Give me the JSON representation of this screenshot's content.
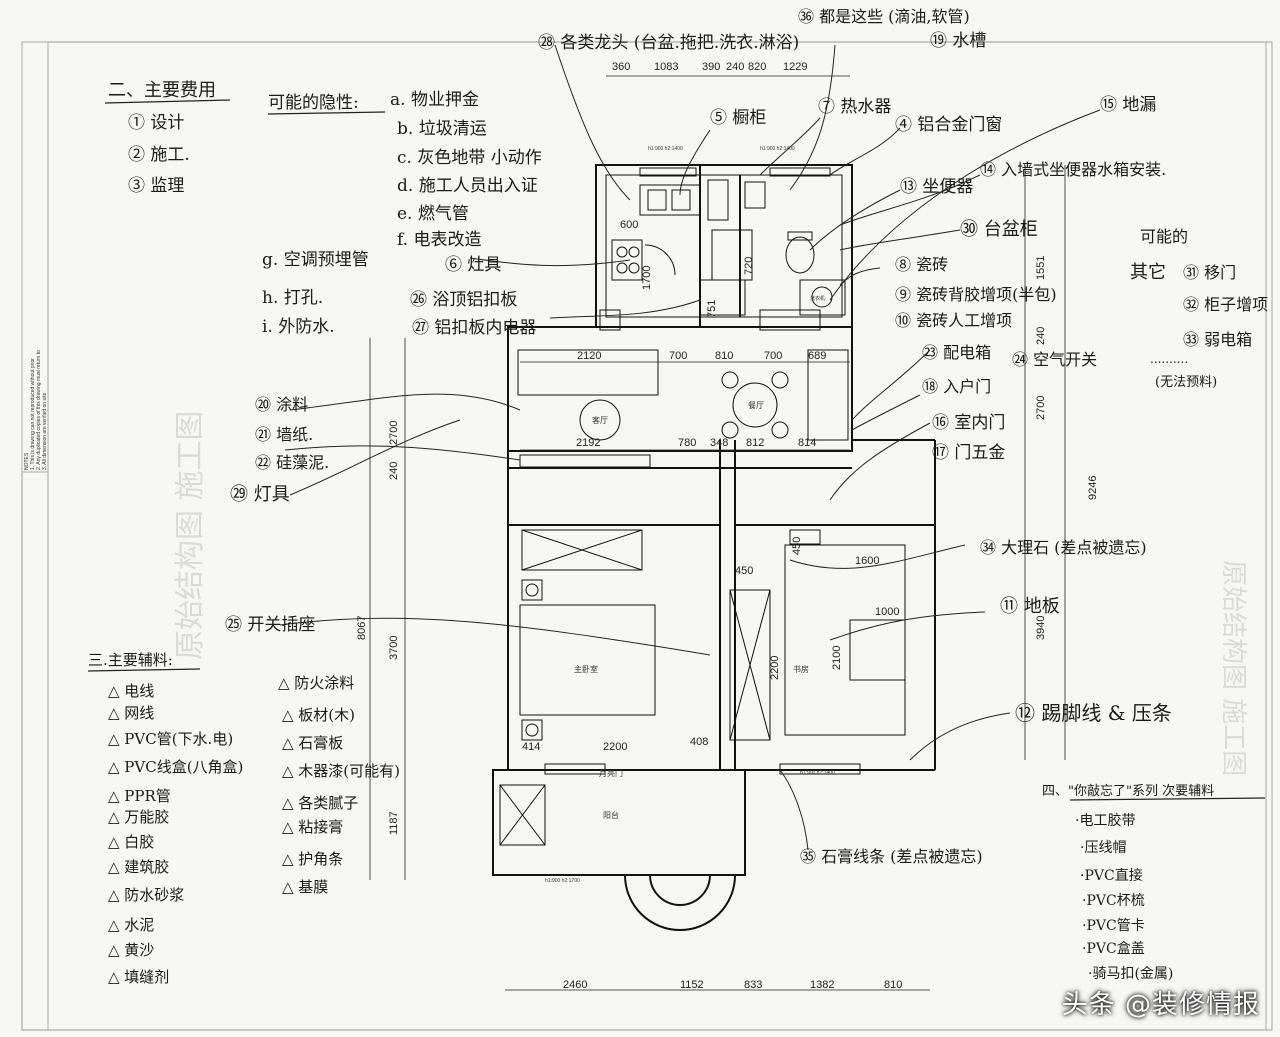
{
  "dims": {
    "top": [
      "360",
      "1083",
      "390",
      "240",
      "820",
      "1229"
    ],
    "kitchen_600": "600",
    "kitchen_1700": "1700",
    "bath_720": "720",
    "bath_751": "751",
    "row1": [
      "2120",
      "700",
      "810",
      "700",
      "689"
    ],
    "row2": [
      "2192",
      "780",
      "348",
      "812",
      "814"
    ],
    "left_2700": "2700",
    "left_240": "240",
    "left_3700": "3700",
    "left_1187": "1187",
    "left_8067": "8067",
    "right_1551": "1551",
    "right_240": "240",
    "right_2700": "2700",
    "right_9246": "9246",
    "right_3940": "3940",
    "study_450a": "450",
    "study_450b": "450",
    "study_1600": "1600",
    "study_1000": "1000",
    "study_2200": "2200",
    "study_2100": "2100",
    "bed_2200": "2200",
    "bed_408": "408",
    "bed_414": "414",
    "bottom": [
      "2460",
      "1152",
      "833",
      "1382",
      "810"
    ]
  },
  "rooms": {
    "living": "客厅",
    "dining": "餐厅",
    "master": "主卧室",
    "study": "书房",
    "balcony": "阳台",
    "moon_door": "月亮门",
    "washer": "洗衣机"
  },
  "heights": {
    "kitchen": "h1:900  h2:1400",
    "bath": "h1:900  h2:1400",
    "study": "h1:900  h2:1400",
    "balcony": "h1:900  h2:1700"
  },
  "notes_sidebar": {
    "title": "NOTES",
    "lines": [
      "1. This is drawing can not reproduced without prior",
      "2. Any duplicated copies of this drawing must return to",
      "3. All dimension are verified on site."
    ]
  },
  "main_costs": {
    "title": "二、主要费用",
    "items": [
      "① 设计",
      "② 施工.",
      "③ 监理"
    ]
  },
  "hidden": {
    "title": "可能的隐性:",
    "items": [
      "a. 物业押金",
      "b. 垃圾清运",
      "c. 灰色地带 小动作",
      "d. 施工人员出入证",
      "e. 燃气管",
      "f. 电表改造",
      "g. 空调预埋管",
      "h. 打孔.",
      "i. 外防水."
    ]
  },
  "materials": {
    "title": "三.主要辅料:",
    "col1": [
      "△ 电线",
      "△ 网线",
      "△ PVC管(下水.电)",
      "△ PVC线盒(八角盒)",
      "△ PPR管",
      "△ 万能胶",
      "△ 白胶",
      "△ 建筑胶",
      "△ 防水砂浆",
      "△ 水泥",
      "△ 黄沙",
      "△ 填缝剂"
    ],
    "col2": [
      "△ 防火涂料",
      "△ 板材(木)",
      "△ 石膏板",
      "△ 木器漆(可能有)",
      "△ 各类腻子",
      "△ 粘接膏",
      "△ 护角条",
      "△ 基膜"
    ]
  },
  "secondary": {
    "title": "四、\"你敲忘了\"系列 次要辅料",
    "items": [
      "·电工胶带",
      "·压线帽",
      "·PVC直接",
      "·PVC杯梳",
      "·PVC管卡",
      "·PVC盒盖",
      "·骑马扣(金属)"
    ]
  },
  "maybe": {
    "title": "可能的",
    "sub": "其它",
    "items": [
      "㉛ 移门",
      "㉜ 柜子增项",
      "㉝ 弱电箱",
      "..........",
      "(无法预料)"
    ]
  },
  "labels": {
    "l28": "㉘ 各类龙头 (台盆.拖把.洗衣.淋浴)",
    "l36": "㊱ 都是这些 (滴油,软管)",
    "l19": "⑲ 水槽",
    "l5": "⑤ 橱柜",
    "l7": "⑦ 热水器",
    "l4": "④ 铝合金门窗",
    "l15": "⑮ 地漏",
    "l14": "⑭ 入墙式坐便器水箱安装.",
    "l13": "⑬ 坐便器",
    "l30": "㉚ 台盆柜",
    "l6": "⑥ 灶具",
    "l8": "⑧ 瓷砖",
    "l9": "⑨ 瓷砖背胶增项(半包)",
    "l10": "⑩ 瓷砖人工增项",
    "l26": "㉖ 浴顶铝扣板",
    "l27": "㉗ 铝扣板内电器",
    "l23": "㉓ 配电箱",
    "l24": "㉔ 空气开关",
    "l18": "⑱ 入户门",
    "l16": "⑯ 室内门",
    "l17": "⑰ 门五金",
    "l20": "⑳ 涂料",
    "l21": "㉑ 墙纸.",
    "l22": "㉒ 硅藻泥.",
    "l29": "㉙ 灯具",
    "l25": "㉕ 开关插座",
    "l34": "㉞ 大理石 (差点被遗忘)",
    "l11": "⑪ 地板",
    "l12": "⑫ 踢脚线 & 压条",
    "l35": "㉟ 石膏线条 (差点被遗忘)"
  },
  "vertical_stamp": "原始结构图 施工图",
  "watermark": "头条 @装修情报"
}
